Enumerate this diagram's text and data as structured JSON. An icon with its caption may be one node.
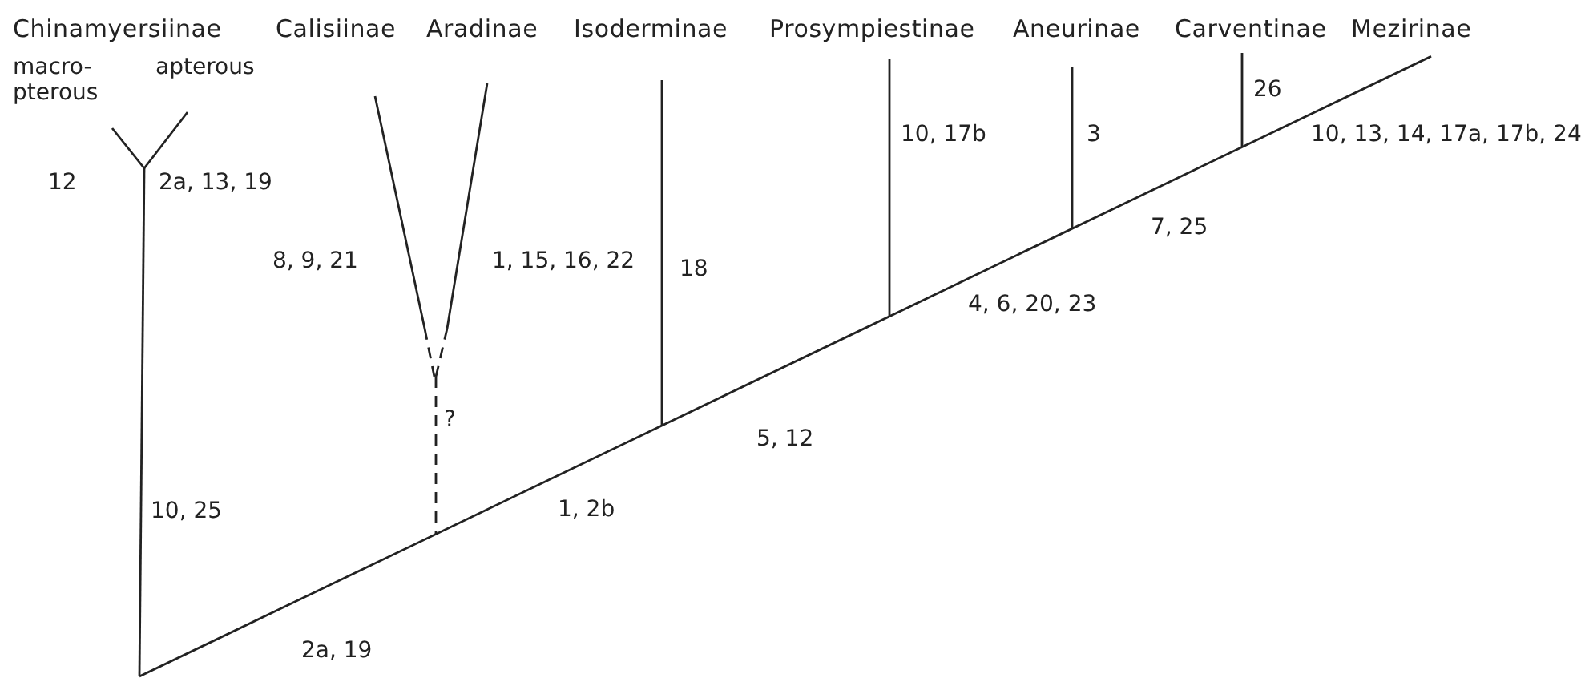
{
  "diagram": {
    "labels": [
      "Chinamyersiinae",
      "Calisiinae",
      "Aradinae",
      "Isoderminae",
      "Prosympiestinae",
      "Aneurinae",
      "Carventinae",
      "Mezirinae",
      "macro- pterous",
      "apterous",
      "26",
      "12",
      "2a, 13, 19",
      "10, 17b",
      "3",
      "10, 13, 14, 17a, 17b, 24",
      "7, 25",
      "8, 9, 21",
      "1, 15, 16, 22",
      "18",
      "4, 6, 20, 23",
      "?",
      "5, 12",
      "10, 25",
      "1, 2b",
      "2a, 19"
    ]
  }
}
